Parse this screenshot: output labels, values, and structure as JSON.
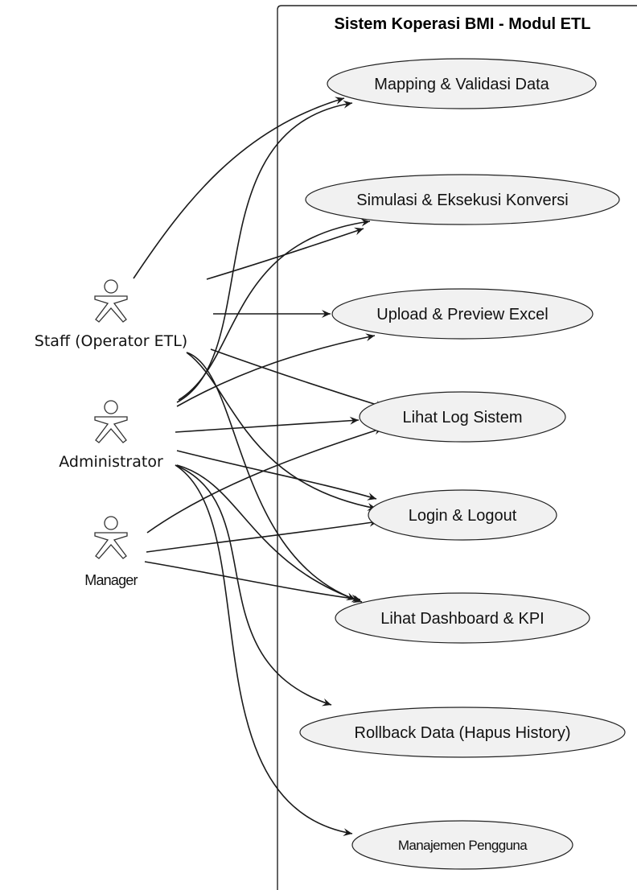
{
  "system": {
    "title": "Sistem Koperasi BMI - Modul ETL"
  },
  "actors": {
    "staff": {
      "label": "Staff (Operator ETL)"
    },
    "administrator": {
      "label": "Administrator"
    },
    "manager": {
      "label": "Manager"
    }
  },
  "use_cases": {
    "mapping": {
      "label": "Mapping & Validasi Data"
    },
    "simulasi": {
      "label": "Simulasi & Eksekusi Konversi"
    },
    "upload": {
      "label": "Upload & Preview Excel"
    },
    "log": {
      "label": "Lihat Log Sistem"
    },
    "login": {
      "label": "Login & Logout"
    },
    "dashboard": {
      "label": "Lihat Dashboard & KPI"
    },
    "rollback": {
      "label": "Rollback Data (Hapus History)"
    },
    "pengguna": {
      "label": "Manajemen Pengguna"
    }
  },
  "associations": [
    {
      "from": "Staff (Operator ETL)",
      "to": "Mapping & Validasi Data"
    },
    {
      "from": "Staff (Operator ETL)",
      "to": "Simulasi & Eksekusi Konversi"
    },
    {
      "from": "Staff (Operator ETL)",
      "to": "Upload & Preview Excel"
    },
    {
      "from": "Staff (Operator ETL)",
      "to": "Lihat Log Sistem"
    },
    {
      "from": "Staff (Operator ETL)",
      "to": "Login & Logout"
    },
    {
      "from": "Staff (Operator ETL)",
      "to": "Lihat Dashboard & KPI"
    },
    {
      "from": "Administrator",
      "to": "Mapping & Validasi Data"
    },
    {
      "from": "Administrator",
      "to": "Simulasi & Eksekusi Konversi"
    },
    {
      "from": "Administrator",
      "to": "Upload & Preview Excel"
    },
    {
      "from": "Administrator",
      "to": "Lihat Log Sistem"
    },
    {
      "from": "Administrator",
      "to": "Login & Logout"
    },
    {
      "from": "Administrator",
      "to": "Lihat Dashboard & KPI"
    },
    {
      "from": "Administrator",
      "to": "Rollback Data (Hapus History)"
    },
    {
      "from": "Administrator",
      "to": "Manajemen Pengguna"
    },
    {
      "from": "Manager",
      "to": "Lihat Log Sistem"
    },
    {
      "from": "Manager",
      "to": "Login & Logout"
    },
    {
      "from": "Manager",
      "to": "Lihat Dashboard & KPI"
    }
  ]
}
